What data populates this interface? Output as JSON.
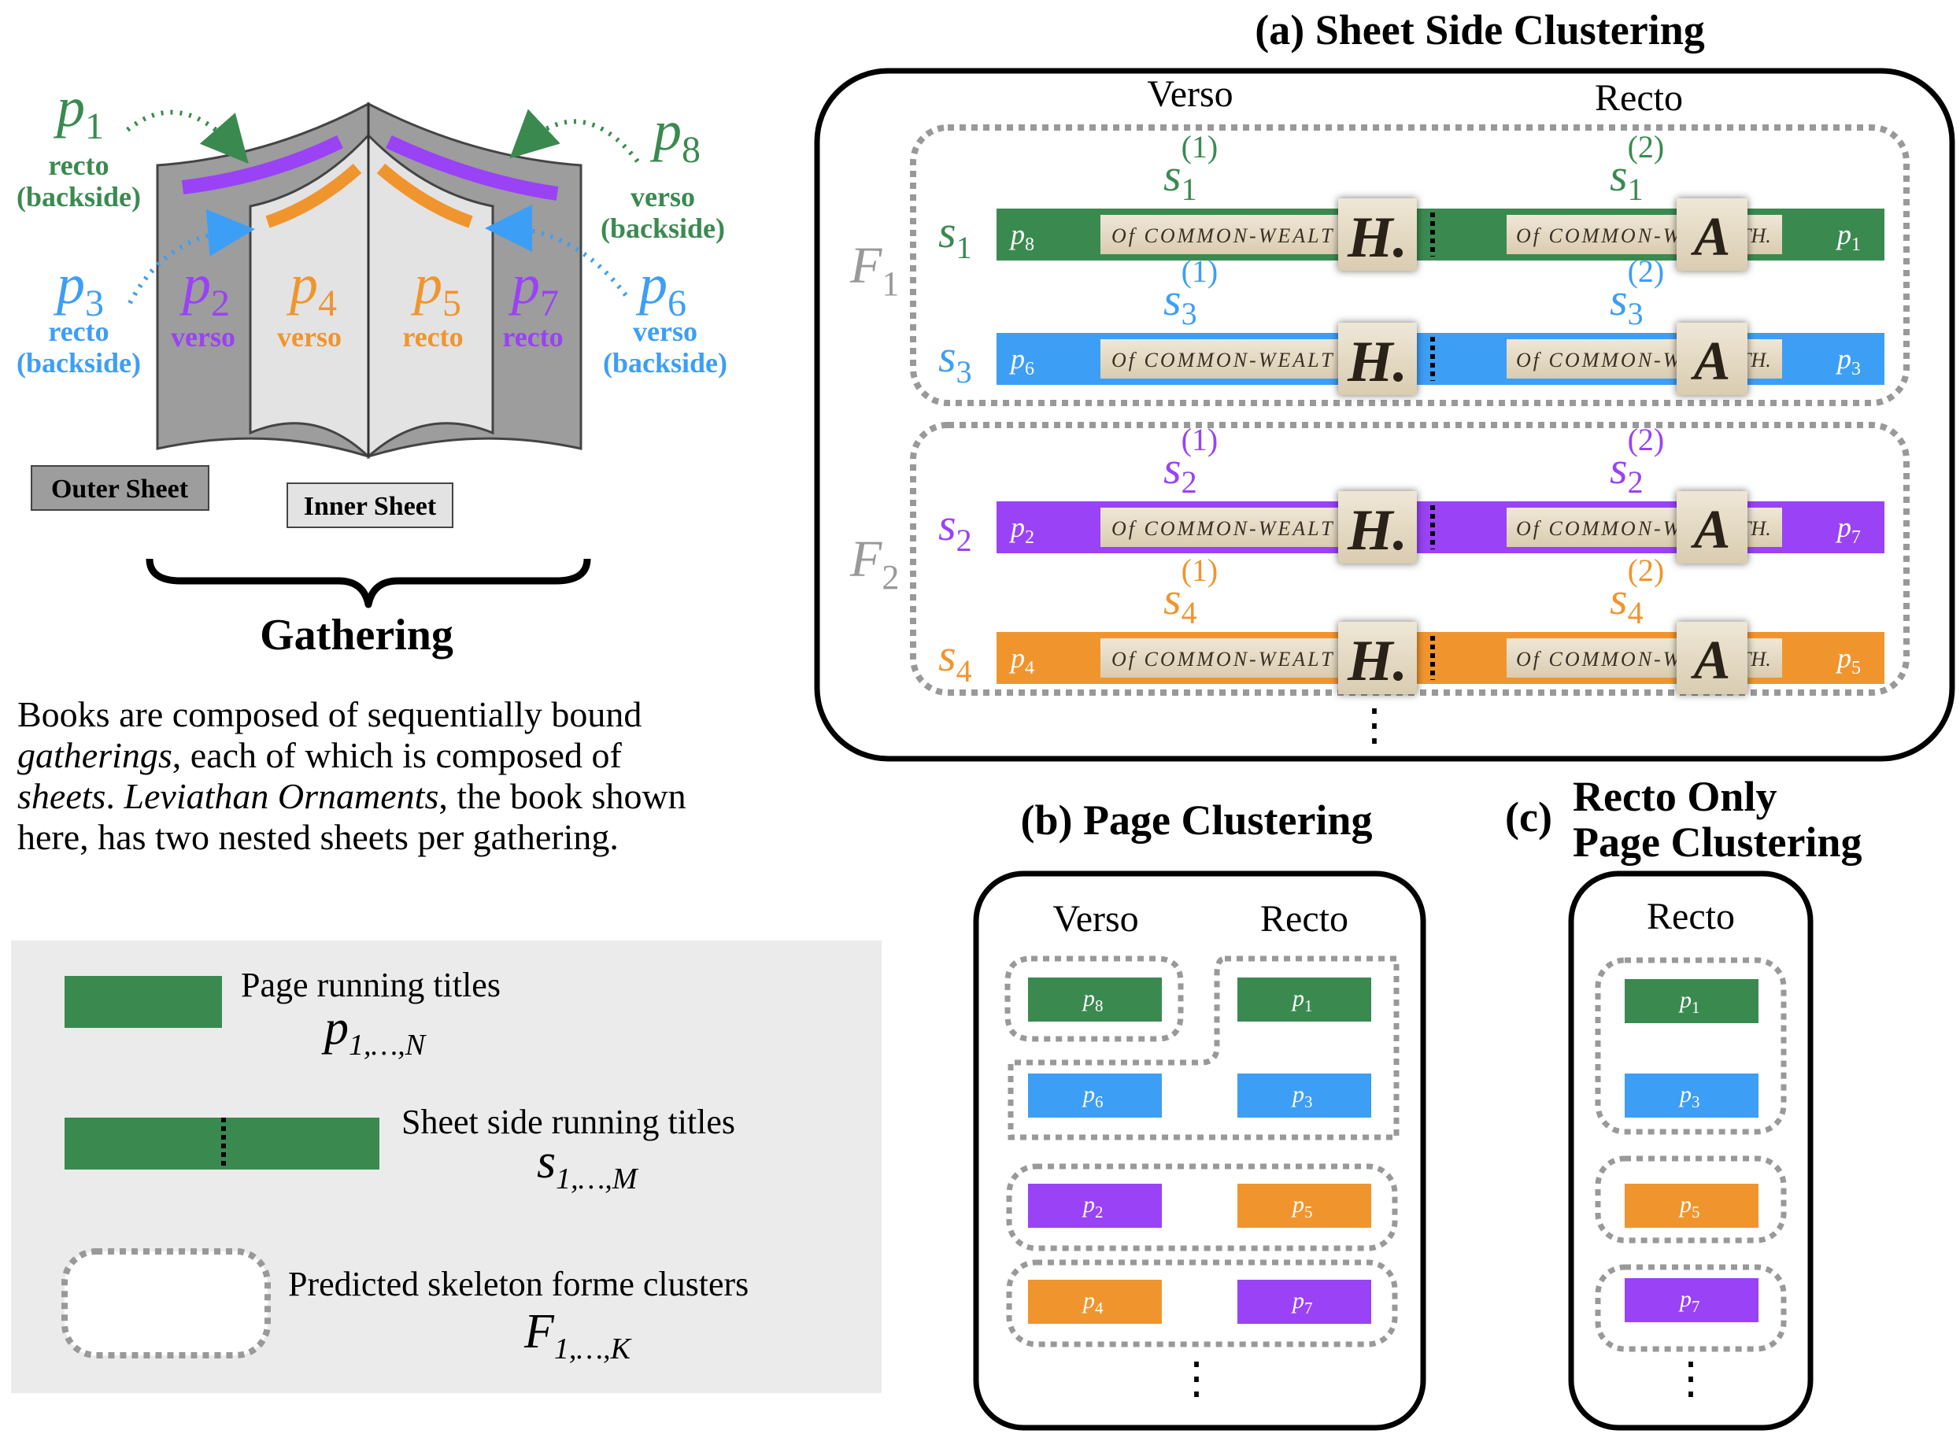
{
  "colors": {
    "green": "#3a8a50",
    "blue": "#3d9ef5",
    "purple": "#9a42f5",
    "orange": "#f0952e",
    "gray_cluster": "#999999",
    "outer_sheet": "#9d9d9d",
    "inner_sheet": "#e3e3e3"
  },
  "book": {
    "title": "Gathering",
    "outer_sheet_label": "Outer Sheet",
    "inner_sheet_label": "Inner Sheet",
    "pages": [
      {
        "base": "p",
        "sub": "1",
        "side": "recto",
        "note": "(backside)",
        "color": "green"
      },
      {
        "base": "p",
        "sub": "8",
        "side": "verso",
        "note": "(backside)",
        "color": "green"
      },
      {
        "base": "p",
        "sub": "3",
        "side": "recto",
        "note": "(backside)",
        "color": "blue"
      },
      {
        "base": "p",
        "sub": "6",
        "side": "verso",
        "note": "(backside)",
        "color": "blue"
      },
      {
        "base": "p",
        "sub": "2",
        "side": "verso",
        "note": "",
        "color": "purple"
      },
      {
        "base": "p",
        "sub": "4",
        "side": "verso",
        "note": "",
        "color": "orange"
      },
      {
        "base": "p",
        "sub": "5",
        "side": "recto",
        "note": "",
        "color": "orange"
      },
      {
        "base": "p",
        "sub": "7",
        "side": "recto",
        "note": "",
        "color": "purple"
      }
    ]
  },
  "caption": {
    "line1_a": "Books are composed of sequentially bound",
    "line2_it": "gatherings",
    "line2_b": ", each of which is composed of",
    "line3_it1": "sheets",
    "line3_b": ". ",
    "line3_it2": "Leviathan Ornaments",
    "line3_c": ", the book shown",
    "line4": "here, has two nested sheets per gathering."
  },
  "legend": {
    "page_titles": {
      "label": "Page running titles",
      "sym": "p",
      "sub": "1,…,N"
    },
    "sheet_titles": {
      "label": "Sheet side running titles",
      "sym": "s",
      "sub": "1,…,M"
    },
    "clusters": {
      "label": "Predicted skeleton forme clusters",
      "sym": "F",
      "sub": "1,…,K"
    }
  },
  "panel_a": {
    "title": "(a) Sheet Side Clustering",
    "col_verso": "Verso",
    "col_recto": "Recto",
    "ornament_left_text": "Of COMMON-WEALT",
    "ornament_left_letter": "H.",
    "ornament_right_text": "Of COMMON-W",
    "ornament_right_tail": "TH.",
    "ornament_right_letter": "A",
    "clusters": [
      {
        "label": "F",
        "sub": "1",
        "rows": [
          {
            "s": "1",
            "left": "8",
            "right": "1",
            "color": "green"
          },
          {
            "s": "3",
            "left": "6",
            "right": "3",
            "color": "blue"
          }
        ]
      },
      {
        "label": "F",
        "sub": "2",
        "rows": [
          {
            "s": "2",
            "left": "2",
            "right": "7",
            "color": "purple"
          },
          {
            "s": "4",
            "left": "4",
            "right": "5",
            "color": "orange"
          }
        ]
      }
    ],
    "sup1": "(1)",
    "sup2": "(2)",
    "ellipsis": "⋮"
  },
  "panel_b": {
    "title": "(b) Page Clustering",
    "col_verso": "Verso",
    "col_recto": "Recto",
    "rows": [
      {
        "left": "8",
        "right": "1",
        "color": "green"
      },
      {
        "left": "6",
        "right": "3",
        "color": "blue"
      },
      {
        "left": "2",
        "right": "5",
        "lc": "purple",
        "rc": "orange"
      },
      {
        "left": "4",
        "right": "7",
        "lc": "orange",
        "rc": "purple"
      }
    ],
    "ellipsis": "⋮"
  },
  "panel_c": {
    "title_line1": "Recto Only",
    "title_line2": "Page Clustering",
    "title_prefix": "(c)",
    "col_recto": "Recto",
    "rows": [
      {
        "p": "1",
        "color": "green"
      },
      {
        "p": "3",
        "color": "blue"
      },
      {
        "p": "5",
        "color": "orange"
      },
      {
        "p": "7",
        "color": "purple"
      }
    ],
    "ellipsis": "⋮"
  }
}
